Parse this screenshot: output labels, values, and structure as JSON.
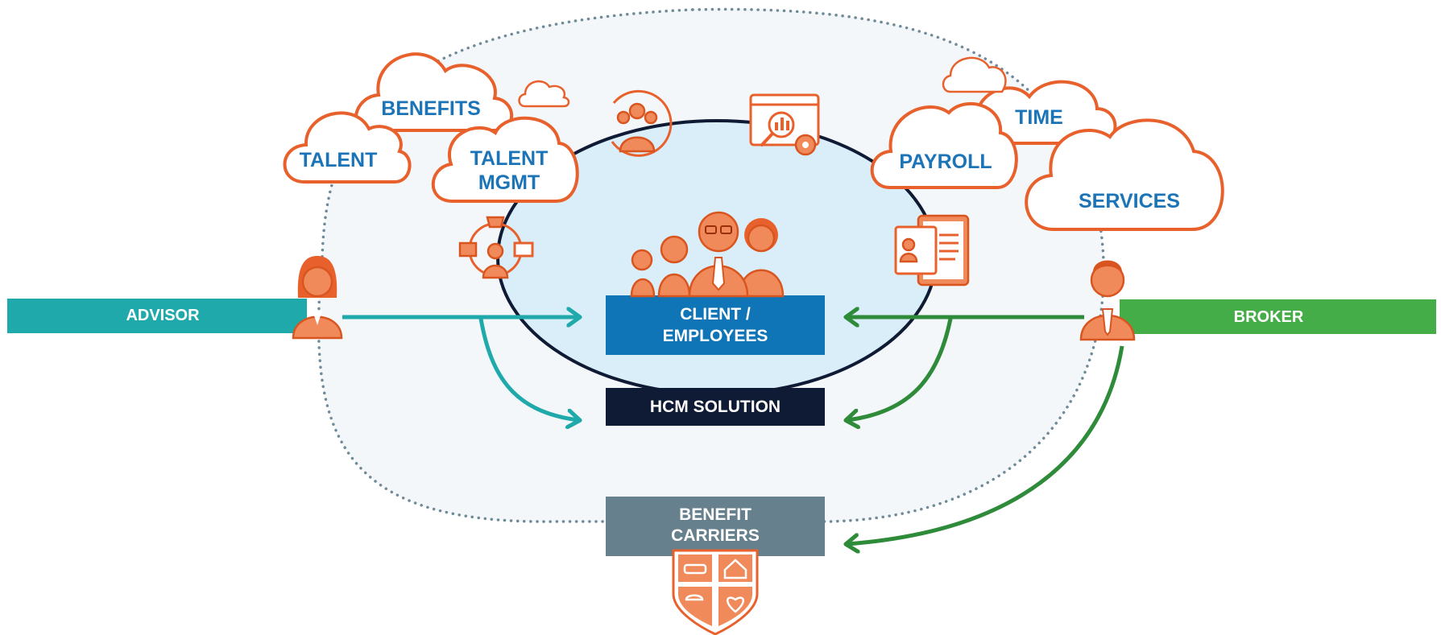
{
  "colors": {
    "advisor_teal": "#1fa9ab",
    "broker_green": "#45ad47",
    "broker_arrow_green": "#2e8b3a",
    "client_blue": "#0f75b6",
    "hcm_navy": "#0f1a35",
    "carriers_gray": "#67808d",
    "cloud_text_blue": "#1b74b7",
    "icon_orange": "#e8612c",
    "inner_fill": "#d9eef9",
    "outer_fill": "#f4f7f9"
  },
  "clouds": {
    "talent": "TALENT",
    "benefits": "BENEFITS",
    "talent_mgmt_line1": "TALENT",
    "talent_mgmt_line2": "MGMT",
    "payroll": "PAYROLL",
    "time": "TIME",
    "services": "SERVICES"
  },
  "bars": {
    "advisor": "ADVISOR",
    "broker": "BROKER"
  },
  "boxes": {
    "client_line1": "CLIENT /",
    "client_line2": "EMPLOYEES",
    "hcm": "HCM SOLUTION",
    "carriers_line1": "BENEFIT",
    "carriers_line2": "CARRIERS"
  },
  "icons": [
    "advisor-person-icon",
    "broker-person-icon",
    "employees-group-icon",
    "team-meeting-icon",
    "analytics-dashboard-icon",
    "talent-management-icon",
    "employee-profile-tablet-icon",
    "insurance-shield-icon",
    "small-cloud-icon"
  ]
}
